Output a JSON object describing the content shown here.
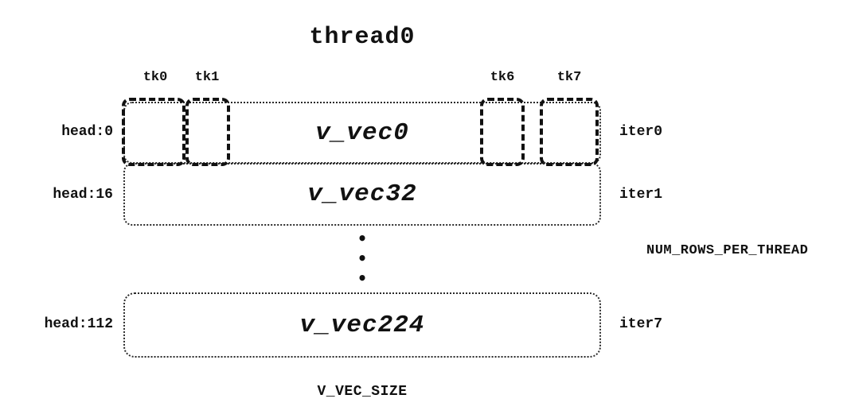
{
  "diagram": {
    "title": "thread0",
    "tk_labels": [
      "tk0",
      "tk1",
      "tk6",
      "tk7"
    ],
    "rows": [
      {
        "head": "head:0",
        "vec": "v_vec0",
        "iter": "iter0"
      },
      {
        "head": "head:16",
        "vec": "v_vec32",
        "iter": "iter1"
      },
      {
        "head": "head:112",
        "vec": "v_vec224",
        "iter": "iter7"
      }
    ],
    "ellipsis": "•\n•\n•",
    "annotations": {
      "right": "NUM_ROWS_PER_THREAD",
      "bottom": "V_VEC_SIZE"
    },
    "colors": {
      "ink": "#111111",
      "background": "#ffffff"
    }
  }
}
